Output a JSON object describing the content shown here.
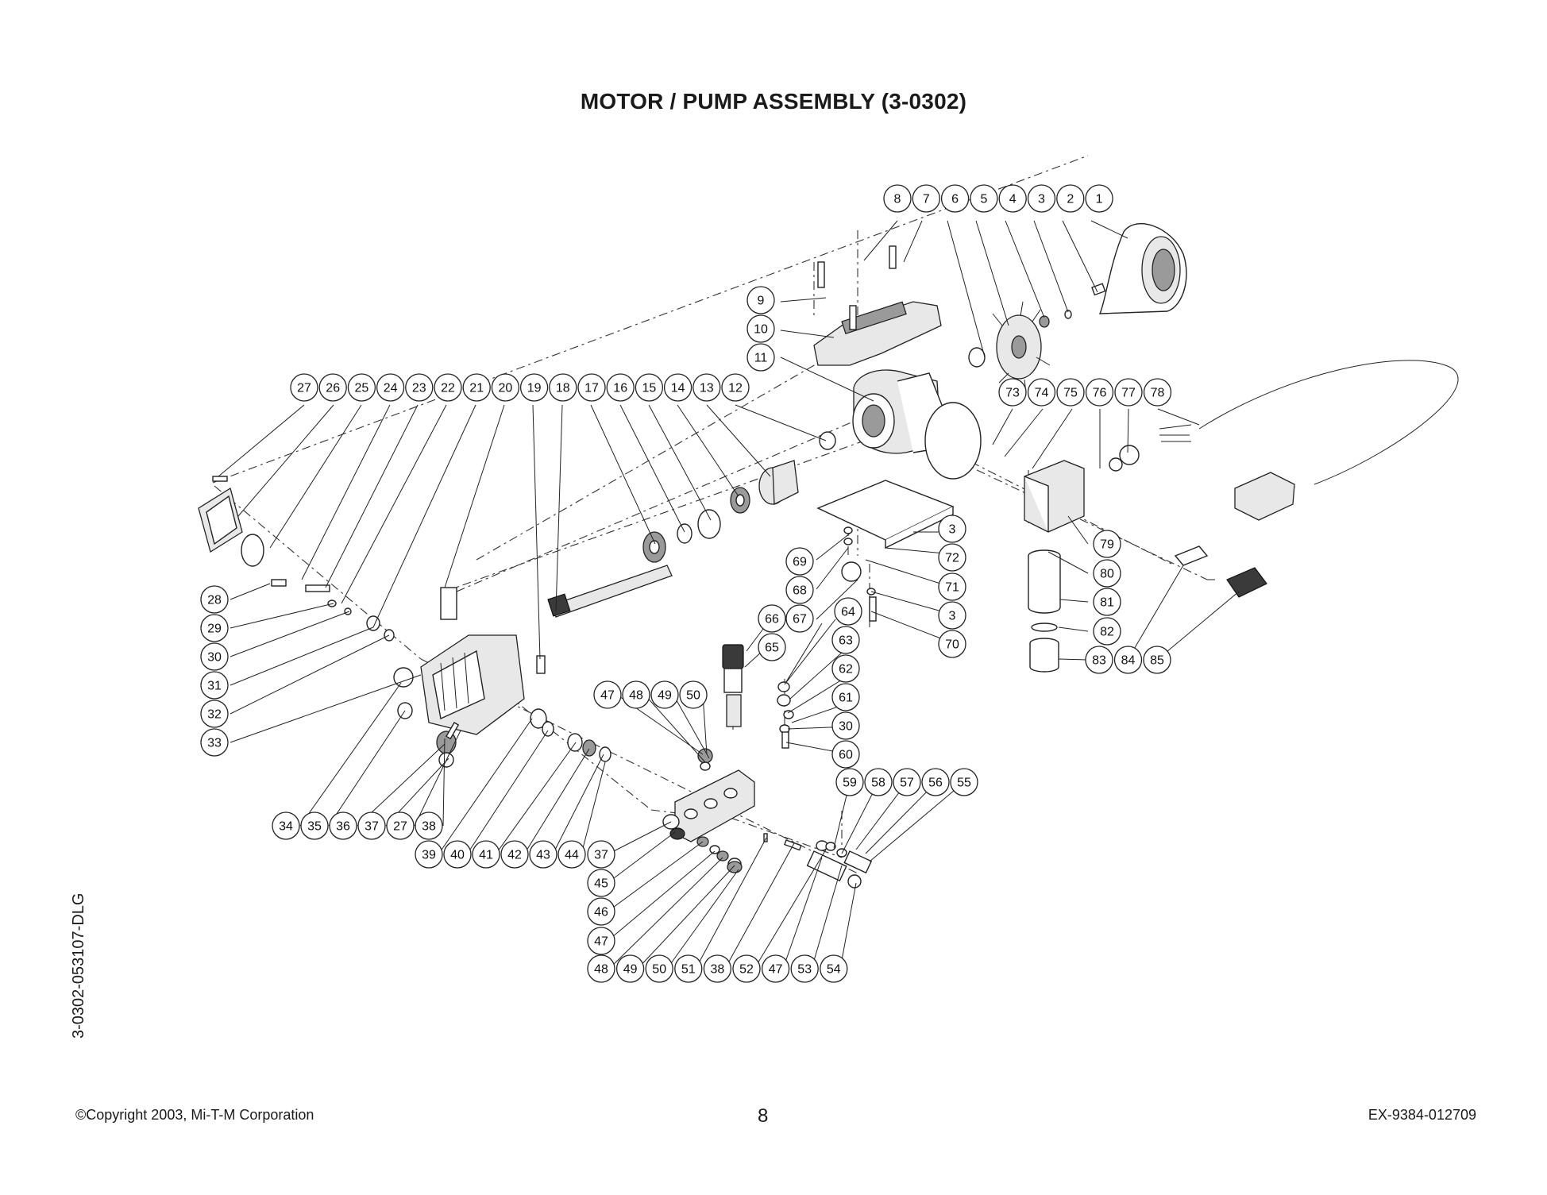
{
  "title": "MOTOR / PUMP ASSEMBLY (3-0302)",
  "side_code": "3-0302-053107-DLG",
  "footer": {
    "copyright": "©Copyright 2003, Mi-T-M Corporation",
    "page_number": "8",
    "doc_code": "EX-9384-012709"
  },
  "callout_rows": [
    {
      "labels": [
        "8",
        "7",
        "6",
        "5",
        "4",
        "3",
        "2",
        "1"
      ]
    },
    {
      "labels": [
        "27",
        "26",
        "25",
        "24",
        "23",
        "22",
        "21",
        "20",
        "19",
        "18",
        "17",
        "16",
        "15",
        "14",
        "13",
        "12"
      ]
    },
    {
      "labels": [
        "73",
        "74",
        "75",
        "76",
        "77",
        "78"
      ]
    },
    {
      "labels": [
        "47",
        "48",
        "49",
        "50"
      ]
    },
    {
      "labels": [
        "59",
        "58",
        "57",
        "56",
        "55"
      ]
    },
    {
      "labels": [
        "34",
        "35",
        "36",
        "37",
        "27",
        "38"
      ]
    },
    {
      "labels": [
        "39",
        "40",
        "41",
        "42",
        "43",
        "44"
      ]
    },
    {
      "labels": [
        "48",
        "49",
        "50",
        "51",
        "38",
        "52",
        "47",
        "53",
        "54"
      ]
    },
    {
      "labels": [
        "83",
        "84",
        "85"
      ]
    }
  ],
  "callout_singles": [
    "9",
    "10",
    "11",
    "28",
    "29",
    "30",
    "31",
    "32",
    "33",
    "69",
    "68",
    "67",
    "66",
    "65",
    "64",
    "63",
    "62",
    "61",
    "30",
    "60",
    "3",
    "72",
    "71",
    "3",
    "70",
    "79",
    "80",
    "81",
    "82",
    "37",
    "45",
    "46",
    "47"
  ]
}
